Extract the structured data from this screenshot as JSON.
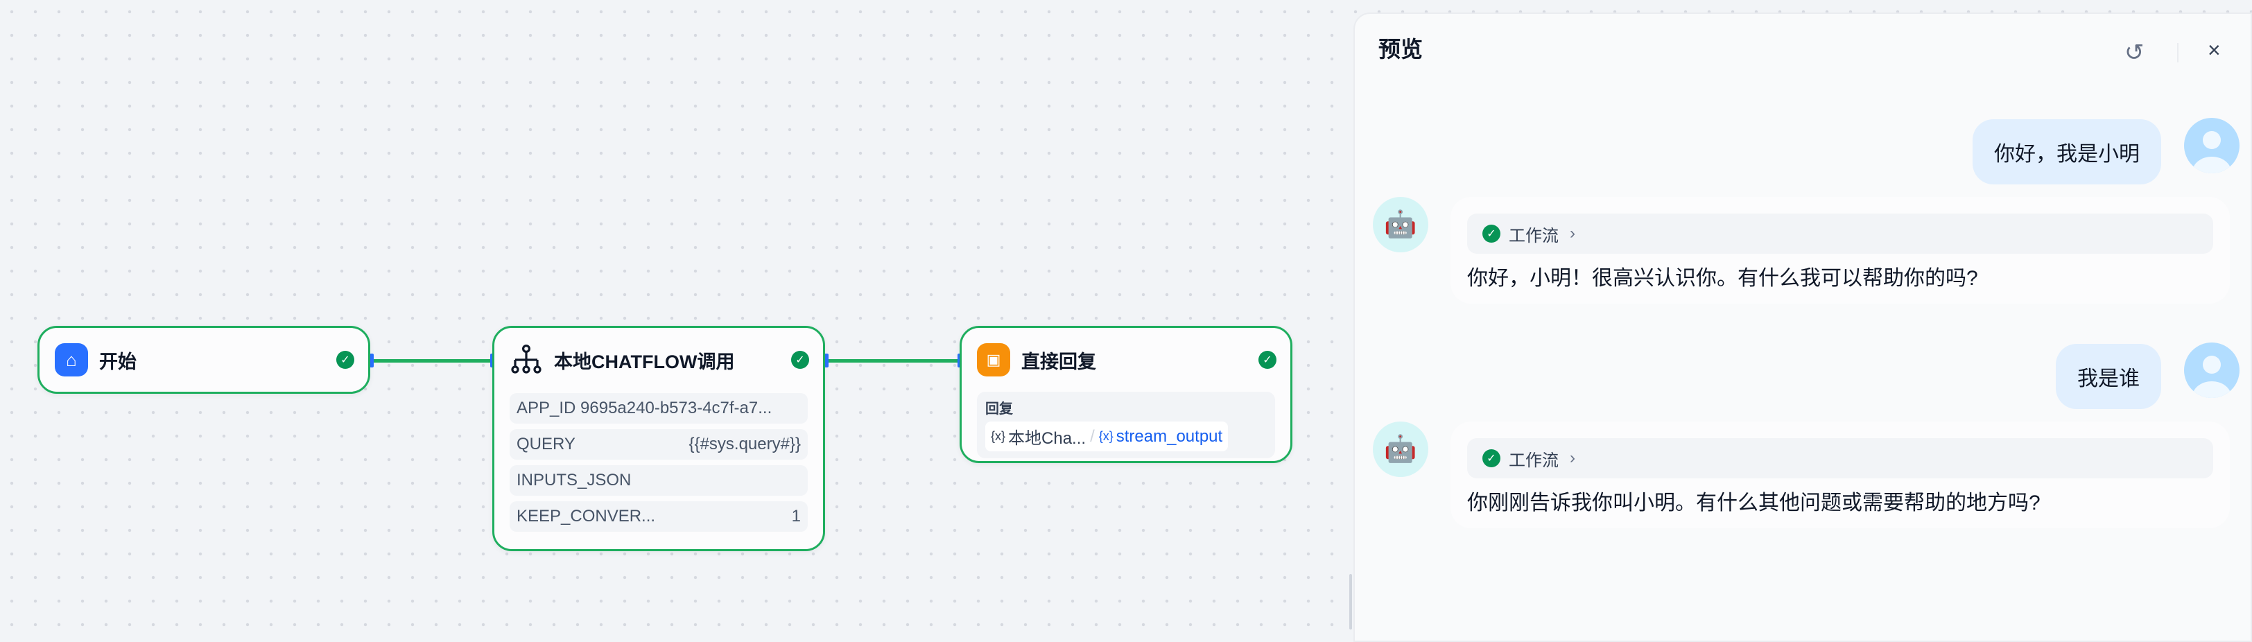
{
  "nodes": {
    "start": {
      "title": "开始"
    },
    "chatflow": {
      "title": "本地CHATFLOW调用",
      "rows": [
        {
          "key": "APP_ID 9695a240-b573-4c7f-a7...",
          "value": ""
        },
        {
          "key": "QUERY",
          "value": "{{#sys.query#}}"
        },
        {
          "key": "INPUTS_JSON",
          "value": ""
        },
        {
          "key": "KEEP_CONVER...",
          "value": "1"
        }
      ]
    },
    "reply": {
      "title": "直接回复",
      "label": "回复",
      "var_node": "本地Cha...",
      "var_name": "stream_output",
      "var_prefix": "{x}"
    }
  },
  "preview": {
    "title": "预览",
    "messages": [
      {
        "role": "user",
        "text": "你好，我是小明"
      },
      {
        "role": "bot",
        "workflow": "工作流",
        "text": "你好，小明！很高兴认识你。有什么我可以帮助你的吗?"
      },
      {
        "role": "user",
        "text": "我是谁"
      },
      {
        "role": "bot",
        "workflow": "工作流",
        "text": "你刚刚告诉我你叫小明。有什么其他问题或需要帮助的地方吗?"
      }
    ]
  }
}
